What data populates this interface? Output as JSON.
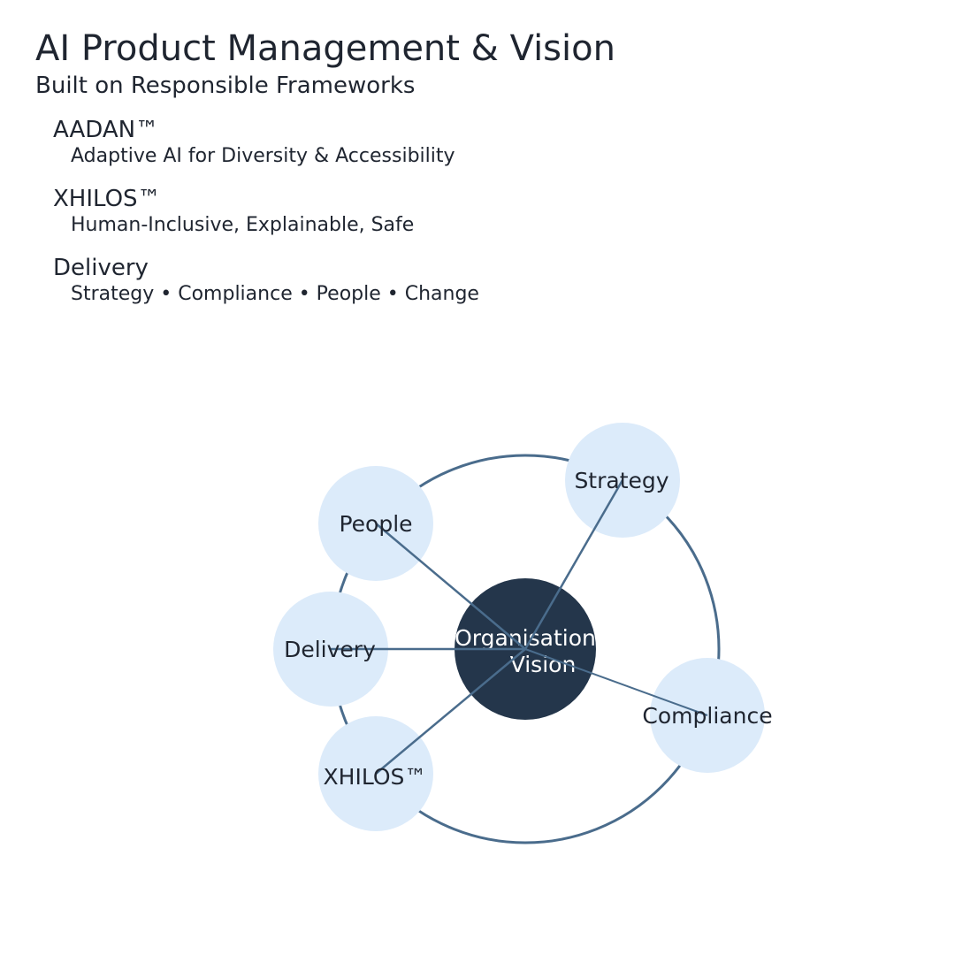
{
  "header": {
    "title": "AI Product Management & Vision",
    "subtitle": "Built on Responsible Frameworks"
  },
  "frameworks": [
    {
      "name": "AADAN™",
      "description": "Adaptive AI for Diversity & Accessibility"
    },
    {
      "name": "XHILOS™",
      "description": "Human-Inclusive, Explainable, Safe"
    },
    {
      "name": "Delivery",
      "description": "Strategy • Compliance • People • Change"
    }
  ],
  "diagram": {
    "hub": {
      "line1": "Organisation",
      "line2": "Vision"
    },
    "nodes": {
      "strategy": "Strategy",
      "people": "People",
      "delivery": "Delivery",
      "xhilos": "XHILOS™",
      "compliance": "Compliance"
    },
    "colors": {
      "hub_fill": "#24364b",
      "node_fill": "#dcebfa",
      "line_color": "#4a6c8c",
      "text_dark": "#1f2530",
      "text_light": "#ffffff"
    }
  }
}
